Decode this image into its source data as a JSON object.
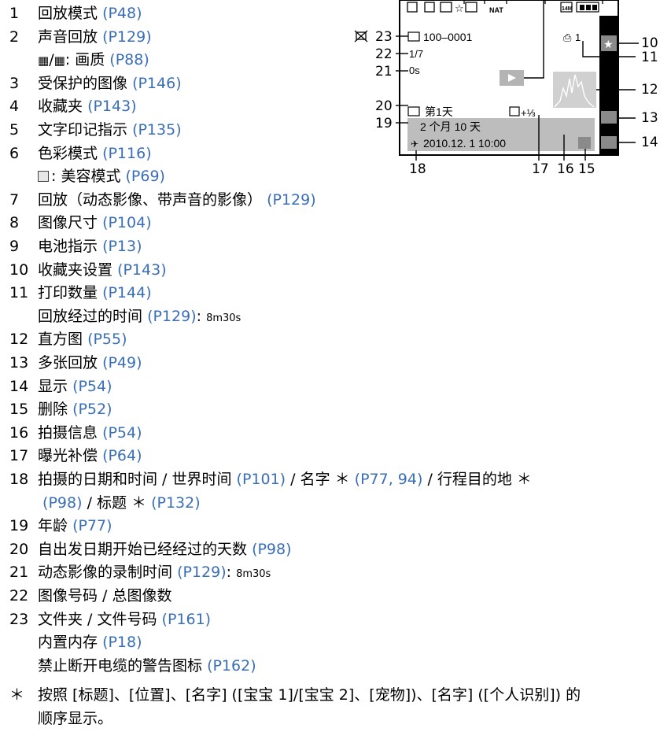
{
  "list": [
    {
      "num": "1",
      "label": "回放模式",
      "ref": "(P48)"
    },
    {
      "num": "2",
      "label": "声音回放",
      "ref": "(P129)"
    },
    {
      "num": "",
      "label": ": 画质",
      "ref": "(P88)",
      "icons": [
        "video-quality-icon",
        "audio-quality-icon"
      ]
    },
    {
      "num": "3",
      "label": "受保护的图像",
      "ref": "(P146)"
    },
    {
      "num": "4",
      "label": "收藏夹",
      "ref": "(P143)"
    },
    {
      "num": "5",
      "label": "文字印记指示",
      "ref": "(P135)"
    },
    {
      "num": "6",
      "label": "色彩模式",
      "ref": "(P116)"
    },
    {
      "num": "",
      "label": ": 美容模式",
      "ref": "(P69)",
      "icons": [
        "beauty-mode-icon"
      ]
    },
    {
      "num": "7",
      "label": "回放（动态影像、带声音的影像）",
      "ref": "(P129)"
    },
    {
      "num": "8",
      "label": "图像尺寸",
      "ref": "(P104)"
    },
    {
      "num": "9",
      "label": "电池指示",
      "ref": "(P13)"
    },
    {
      "num": "10",
      "label": "收藏夹设置",
      "ref": "(P143)"
    },
    {
      "num": "11",
      "label": "打印数量",
      "ref": "(P144)"
    },
    {
      "num": "",
      "label": "回放经过的时间",
      "ref": "(P129)",
      "suffix": ":",
      "extra": "8m30s"
    },
    {
      "num": "12",
      "label": "直方图",
      "ref": "(P55)"
    },
    {
      "num": "13",
      "label": "多张回放",
      "ref": "(P49)"
    },
    {
      "num": "14",
      "label": "显示",
      "ref": "(P54)"
    },
    {
      "num": "15",
      "label": "删除",
      "ref": "(P52)"
    },
    {
      "num": "16",
      "label": "拍摄信息",
      "ref": "(P54)"
    },
    {
      "num": "17",
      "label": "曝光补偿",
      "ref": "(P64)"
    },
    {
      "num": "18",
      "label": "拍摄的日期和时间 / 世界时间",
      "ref": "(P101)",
      "tail": "/ 名字 ＊",
      "ref2": "(P77, 94)",
      "tail2": "/ 行程目的地 ＊"
    },
    {
      "num": "",
      "label": "",
      "ref": "(P98)",
      "tail": "/ 标题 ＊",
      "ref2": "(P132)"
    },
    {
      "num": "19",
      "label": "年龄",
      "ref": "(P77)"
    },
    {
      "num": "20",
      "label": "自出发日期开始已经经过的天数",
      "ref": "(P98)"
    },
    {
      "num": "21",
      "label": "动态影像的录制时间",
      "ref": "(P129)",
      "suffix": ":",
      "extra": "8m30s"
    },
    {
      "num": "22",
      "label": "图像号码 / 总图像数"
    },
    {
      "num": "23",
      "label": "文件夹 / 文件号码",
      "ref": "(P161)"
    },
    {
      "num": "",
      "label": "内置内存",
      "ref": "(P18)"
    },
    {
      "num": "",
      "label": "禁止断开电缆的警告图标",
      "ref": "(P162)"
    }
  ],
  "note": {
    "mark": "＊",
    "line1": "按照 [标题]、[位置]、[名字] ([宝宝 1]/[宝宝 2]、[宠物])、[名字] ([个人识别]) 的",
    "line2": "顺序显示。"
  },
  "screen": {
    "folder_file": "100–0001",
    "image_count": "1/7",
    "rec_time": "0s",
    "travel_day": "第1天",
    "exposure": "+⅓",
    "age": "2 个月 10 天",
    "datetime": "2010.12. 1   10:00",
    "print_count": "1",
    "size_badge": "14M",
    "nat_badge": "NAT"
  },
  "callouts": {
    "left": [
      "23",
      "22",
      "21",
      "20",
      "19"
    ],
    "right": [
      "10",
      "11",
      "12",
      "13",
      "14"
    ],
    "bottom": [
      "18",
      "17",
      "16",
      "15"
    ]
  },
  "colors": {
    "ref": "#3a6fb8",
    "screen_border": "#000000",
    "sidebar": "#000000",
    "bar": "#bdbdbd"
  }
}
